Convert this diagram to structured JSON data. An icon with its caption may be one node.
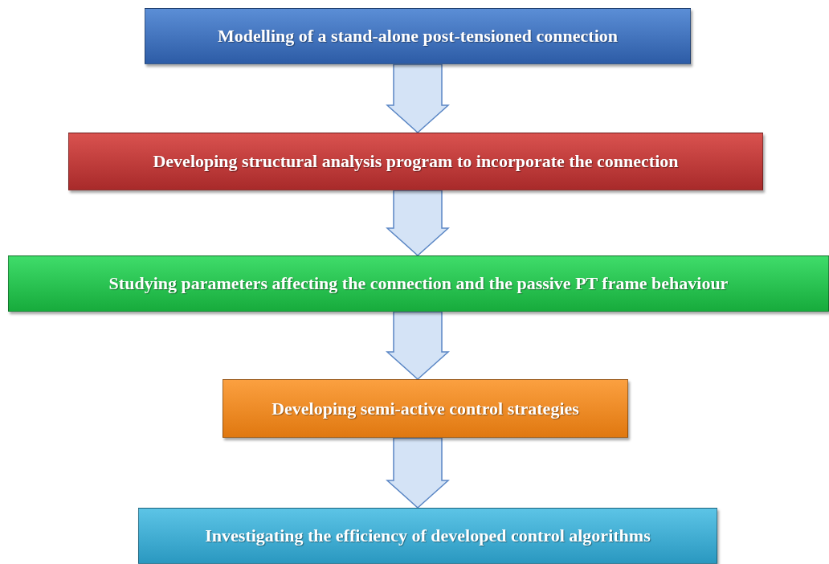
{
  "diagram": {
    "nodes": [
      {
        "text": [
          "Modelling of a stand-alone post-tensioned connection"
        ]
      },
      {
        "text": [
          "Developing structural analysis program to incorporate the connection"
        ]
      },
      {
        "text": [
          "Studying parameters affecting the connection and the passive PT frame behaviour"
        ]
      },
      {
        "text": [
          "Developing semi-active control strategies"
        ]
      },
      {
        "text": [
          "Investigating the efficiency of developed control algorithms"
        ]
      }
    ],
    "edges": [
      {
        "from": 0,
        "to": 1,
        "arrow": "to"
      },
      {
        "from": 1,
        "to": 2,
        "arrow": "to"
      },
      {
        "from": 2,
        "to": 3,
        "arrow": "to"
      },
      {
        "from": 3,
        "to": 4,
        "arrow": "to"
      }
    ]
  }
}
